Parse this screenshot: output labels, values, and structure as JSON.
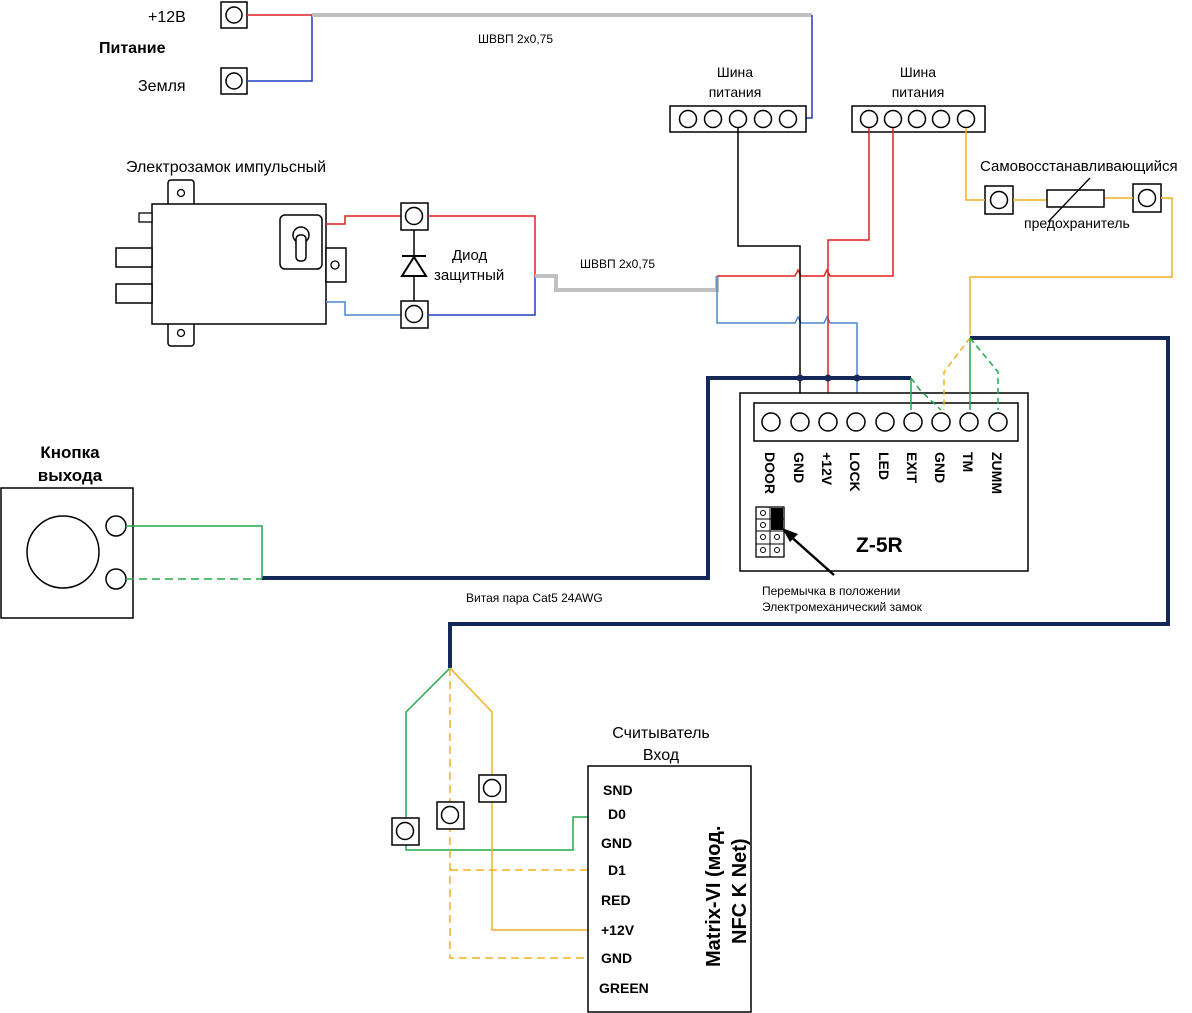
{
  "power": {
    "plus12_label": "+12В",
    "title": "Питание",
    "ground_label": "Земля"
  },
  "cable_top": "ШВВП 2х0,75",
  "cable_mid": "ШВВП 2х0,75",
  "twisted_pair": "Витая пара Cat5 24AWG",
  "bus1": {
    "line1": "Шина",
    "line2": "питания"
  },
  "bus2": {
    "line1": "Шина",
    "line2": "питания"
  },
  "fuse": {
    "line1": "Самовосстанавливающийся",
    "line2": "предохранитель"
  },
  "lock": {
    "title": "Электрозамок импульсный"
  },
  "diode": {
    "line1": "Диод",
    "line2": "защитный"
  },
  "button": {
    "line1": "Кнопка",
    "line2": "выхода"
  },
  "controller": {
    "model": "Z-5R",
    "pins": [
      "DOOR",
      "GND",
      "+12V",
      "LOCK",
      "LED",
      "EXIT",
      "GND",
      "TM",
      "ZUMM"
    ],
    "jumper_note_line1": "Перемычка в положении",
    "jumper_note_line2": "Электромеханический замок"
  },
  "reader": {
    "title_line1": "Считыватель",
    "title_line2": "Вход",
    "pins": [
      "SND",
      "D0",
      "GND",
      "D1",
      "RED",
      "+12V",
      "GND",
      "GREEN"
    ],
    "model_line1": "Matrix-VI (мод.",
    "model_line2": "NFC K Net)"
  },
  "colors": {
    "red": "#e02020",
    "blue": "#1f3fbf",
    "light_blue": "#4a86d0",
    "green": "#22a84a",
    "orange": "#f2b020",
    "gray_cable": "#c0c0c0",
    "navy_cable": "#14285a"
  }
}
